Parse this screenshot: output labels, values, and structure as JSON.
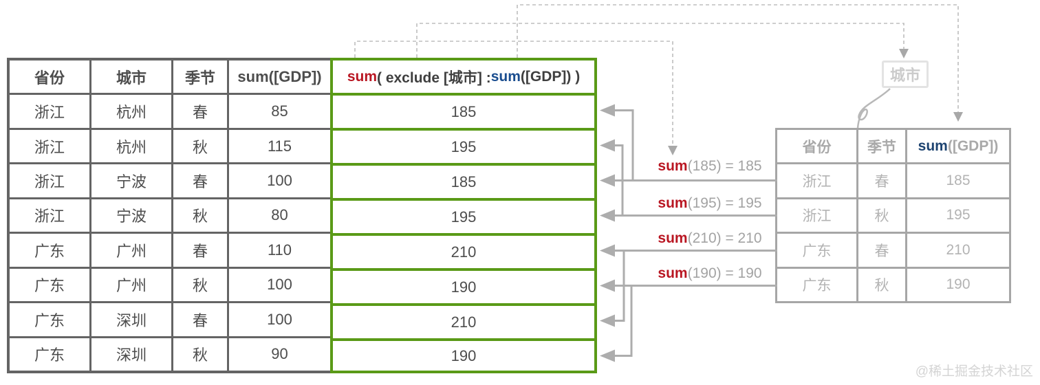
{
  "main_table": {
    "headers": {
      "province": "省份",
      "city": "城市",
      "season": "季节",
      "gdp": "sum([GDP])"
    },
    "formula_header": {
      "p1": "sum",
      "p2": "( exclude [城市] : ",
      "p3": "sum",
      "p4": "([GDP]) )"
    },
    "rows": [
      {
        "province": "浙江",
        "city": "杭州",
        "season": "春",
        "gdp": "85",
        "excl": "185"
      },
      {
        "province": "浙江",
        "city": "杭州",
        "season": "秋",
        "gdp": "115",
        "excl": "195"
      },
      {
        "province": "浙江",
        "city": "宁波",
        "season": "春",
        "gdp": "100",
        "excl": "185"
      },
      {
        "province": "浙江",
        "city": "宁波",
        "season": "秋",
        "gdp": "80",
        "excl": "195"
      },
      {
        "province": "广东",
        "city": "广州",
        "season": "春",
        "gdp": "110",
        "excl": "210"
      },
      {
        "province": "广东",
        "city": "广州",
        "season": "秋",
        "gdp": "100",
        "excl": "190"
      },
      {
        "province": "广东",
        "city": "深圳",
        "season": "春",
        "gdp": "100",
        "excl": "210"
      },
      {
        "province": "广东",
        "city": "深圳",
        "season": "秋",
        "gdp": "90",
        "excl": "190"
      }
    ]
  },
  "result_table": {
    "headers": {
      "province": "省份",
      "season": "季节"
    },
    "gdp_header": {
      "p1": "sum",
      "p2": "([GDP])"
    },
    "rows": [
      {
        "province": "浙江",
        "season": "春",
        "gdp": "185"
      },
      {
        "province": "浙江",
        "season": "秋",
        "gdp": "195"
      },
      {
        "province": "广东",
        "season": "春",
        "gdp": "210"
      },
      {
        "province": "广东",
        "season": "秋",
        "gdp": "190"
      }
    ]
  },
  "annotations": {
    "excluded_field": "城市",
    "formulas": [
      {
        "fn": "sum",
        "rest": "(185) = 185"
      },
      {
        "fn": "sum",
        "rest": "(195) = 195"
      },
      {
        "fn": "sum",
        "rest": "(210) = 210"
      },
      {
        "fn": "sum",
        "rest": "(190) = 190"
      }
    ],
    "watermark": "@稀土掘金技术社区"
  },
  "colors": {
    "green": "#5a9a17",
    "red": "#b91622",
    "blue": "#1a4d8f",
    "navy": "#1d4370",
    "grid": "#646464",
    "text": "#4d4d4d",
    "lightgrid": "#a6a6a6",
    "lighttext": "#b3b3b3",
    "connector": "#adadad",
    "dashed": "#bdbdbd",
    "faint": "#d9d9d9"
  }
}
